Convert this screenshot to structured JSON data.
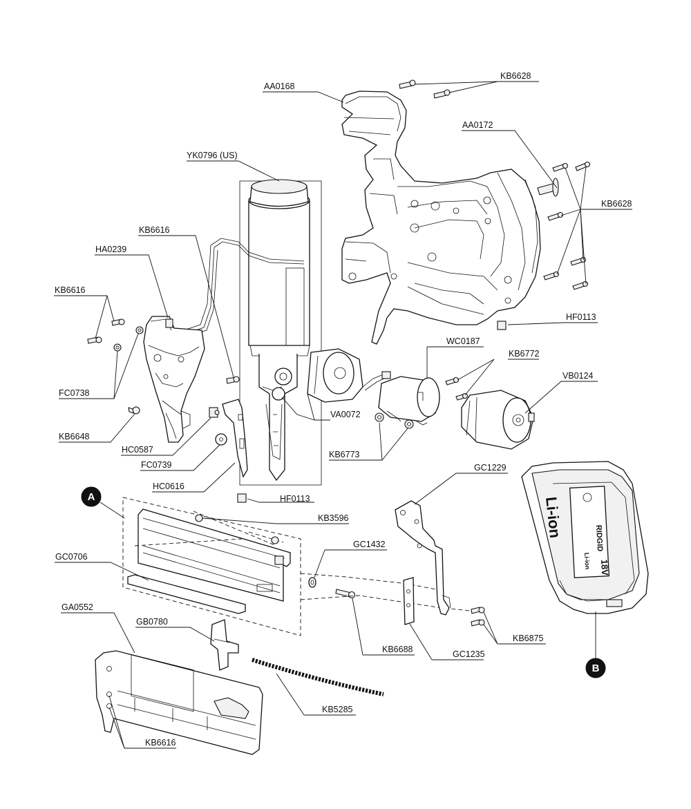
{
  "labels": {
    "kb6628_top": "KB6628",
    "aa0168": "AA0168",
    "aa0172": "AA0172",
    "kb6628_right": "KB6628",
    "yk0796": "YK0796 (US)",
    "kb6616_top": "KB6616",
    "ha0239": "HA0239",
    "kb6616_left": "KB6616",
    "hf0113_right": "HF0113",
    "wc0187": "WC0187",
    "kb6772": "KB6772",
    "vb0124": "VB0124",
    "fc0738": "FC0738",
    "va0072": "VA0072",
    "kb6648": "KB6648",
    "kb6773": "KB6773",
    "hc0587": "HC0587",
    "fc0739": "FC0739",
    "gc1229": "GC1229",
    "hc0616": "HC0616",
    "hf0113_mid": "HF0113",
    "kb3596": "KB3596",
    "gc1432": "GC1432",
    "gc0706": "GC0706",
    "ga0552": "GA0552",
    "gb0780": "GB0780",
    "kb6688": "KB6688",
    "gc1235": "GC1235",
    "kb6875": "KB6875",
    "kb5285": "KB5285",
    "kb6616_bottom": "KB6616"
  },
  "callouts": {
    "a": "A",
    "b": "B"
  },
  "battery": {
    "brand": "RIDGID",
    "voltage": "18V",
    "chemistry": "Li-ion",
    "model": "Li-ion"
  }
}
